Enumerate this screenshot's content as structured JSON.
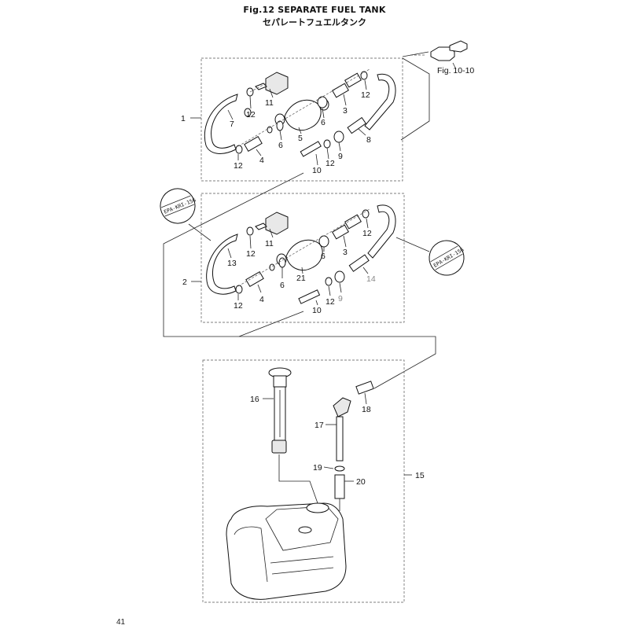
{
  "header": {
    "title": "Fig.12  SEPARATE FUEL TANK",
    "subtitle_jp": "セパレートフュエルタンク"
  },
  "page_number": "41",
  "reference": "Fig. 10-10",
  "epa_badge": "EPA-KRI-15G",
  "groups": {
    "upper": {
      "ref": "1"
    },
    "middle": {
      "ref": "2"
    },
    "tank": {
      "ref": "15"
    }
  },
  "callouts": {
    "upper": {
      "c11": "11",
      "c12a": "12",
      "c7": "7",
      "c5": "5",
      "c6a": "6",
      "c3": "3",
      "c12b": "12",
      "c6b": "6",
      "c8": "8",
      "c4": "4",
      "c12c": "12",
      "c10": "10",
      "c12d": "12",
      "c9": "9"
    },
    "middle": {
      "c11": "11",
      "c12a": "12",
      "c13": "13",
      "c21": "21",
      "c6a": "6",
      "c3": "3",
      "c12b": "12",
      "c14": "14",
      "c6b": "6",
      "c4": "4",
      "c12c": "12",
      "c10": "10",
      "c12d": "12",
      "c9": "9"
    },
    "tank": {
      "c16": "16",
      "c17": "17",
      "c18": "18",
      "c19": "19",
      "c20": "20"
    }
  }
}
